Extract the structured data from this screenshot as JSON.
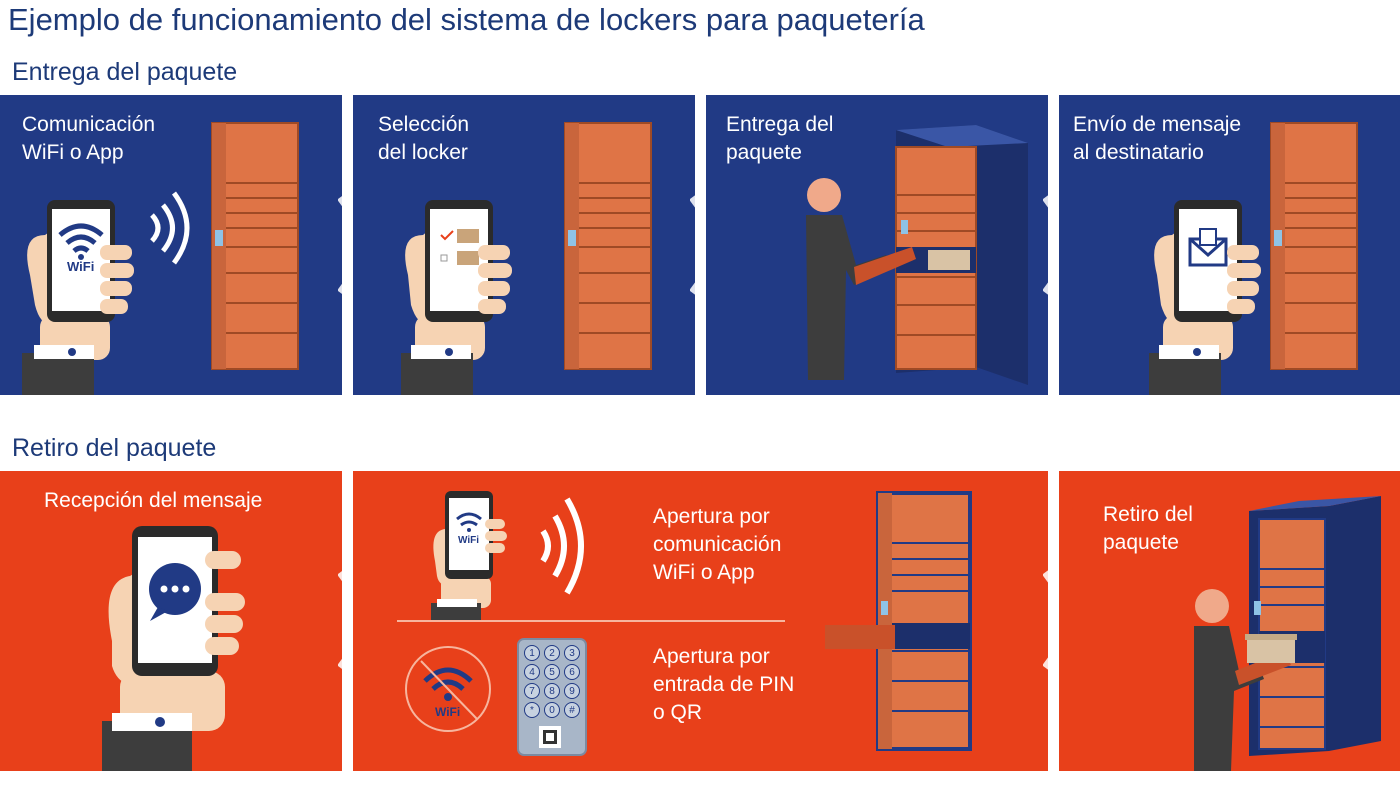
{
  "title": "Ejemplo de funcionamiento del sistema de lockers para paquetería",
  "delivery": {
    "heading": "Entrega del paquete",
    "steps": [
      {
        "text": "Comunicación\nWiFi o App",
        "wifi_label": "WiFi"
      },
      {
        "text": "Selección\ndel locker"
      },
      {
        "text": "Entrega del\npaquete"
      },
      {
        "text": "Envío de mensaje\nal destinatario"
      }
    ]
  },
  "pickup": {
    "heading": "Retiro del paquete",
    "steps": [
      {
        "text": "Recepción del mensaje"
      },
      {
        "text_wifi": "Apertura por\ncomunicación\nWiFi o App",
        "text_pin": "Apertura por\nentrada de PIN\no QR",
        "wifi_label": "WiFi",
        "wifi_crossed_label": "WiFi",
        "keypad": [
          "1",
          "2",
          "3",
          "4",
          "5",
          "6",
          "7",
          "8",
          "9",
          "*",
          "0",
          "#"
        ]
      },
      {
        "text": "Retiro del\npaquete"
      }
    ]
  },
  "colors": {
    "blue": "#213a85",
    "red": "#e8401a",
    "locker": "#df7446",
    "text": "#1d3a78"
  }
}
